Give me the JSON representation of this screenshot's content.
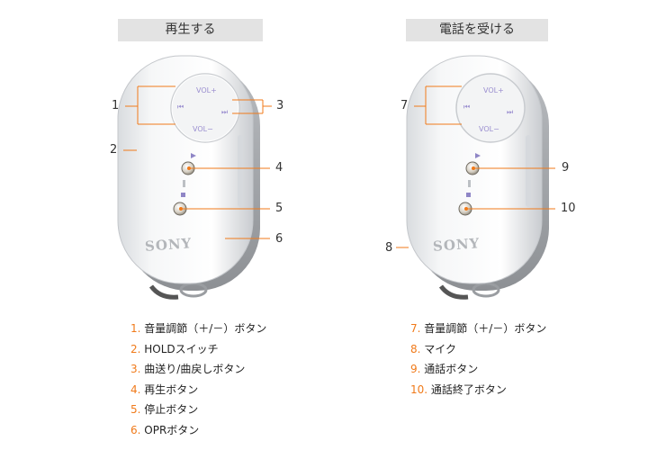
{
  "headers": {
    "left": "再生する",
    "right": "電話を受ける"
  },
  "device_labels": {
    "vol_plus": "VOL+",
    "vol_minus": "VOL−",
    "prev": "⏮",
    "next": "⏭",
    "brand": "SONY"
  },
  "callouts_left": [
    "1",
    "2",
    "3",
    "4",
    "5",
    "6"
  ],
  "callouts_right": [
    "7",
    "8",
    "9",
    "10"
  ],
  "legend_left": [
    {
      "num": "1.",
      "text": "音量調節（＋/－）ボタン"
    },
    {
      "num": "2.",
      "text": "HOLDスイッチ"
    },
    {
      "num": "3.",
      "text": "曲送り/曲戻しボタン"
    },
    {
      "num": "4.",
      "text": "再生ボタン"
    },
    {
      "num": "5.",
      "text": "停止ボタン"
    },
    {
      "num": "6.",
      "text": "OPRボタン"
    }
  ],
  "legend_right": [
    {
      "num": "7.",
      "text": "音量調節（＋/－）ボタン"
    },
    {
      "num": "8.",
      "text": "マイク"
    },
    {
      "num": "9.",
      "text": "通話ボタン"
    },
    {
      "num": "10.",
      "text": "通話終了ボタン"
    }
  ],
  "colors": {
    "accent": "#f07a1a",
    "header_bg": "#e3e3e3",
    "device_body": "#f4f5f6",
    "vol_label": "#9b8fd0"
  }
}
